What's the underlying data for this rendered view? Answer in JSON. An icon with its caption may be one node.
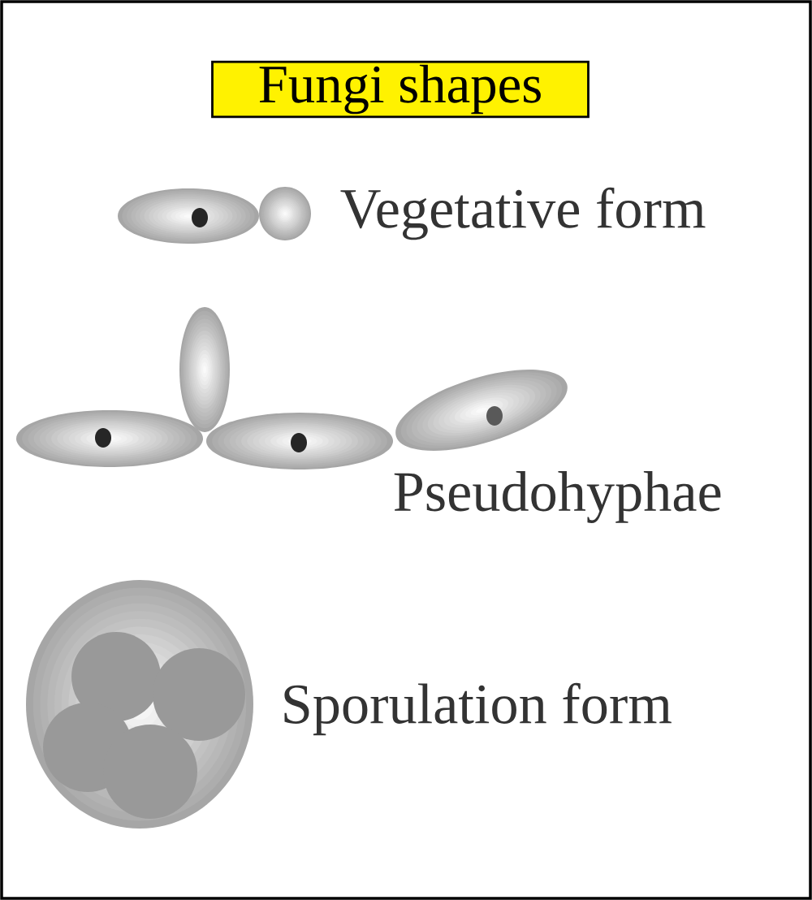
{
  "diagram": {
    "title": "Fungi shapes",
    "labels": [
      "Vegetative form",
      "Pseudohyphae",
      "Sporulation form"
    ]
  }
}
